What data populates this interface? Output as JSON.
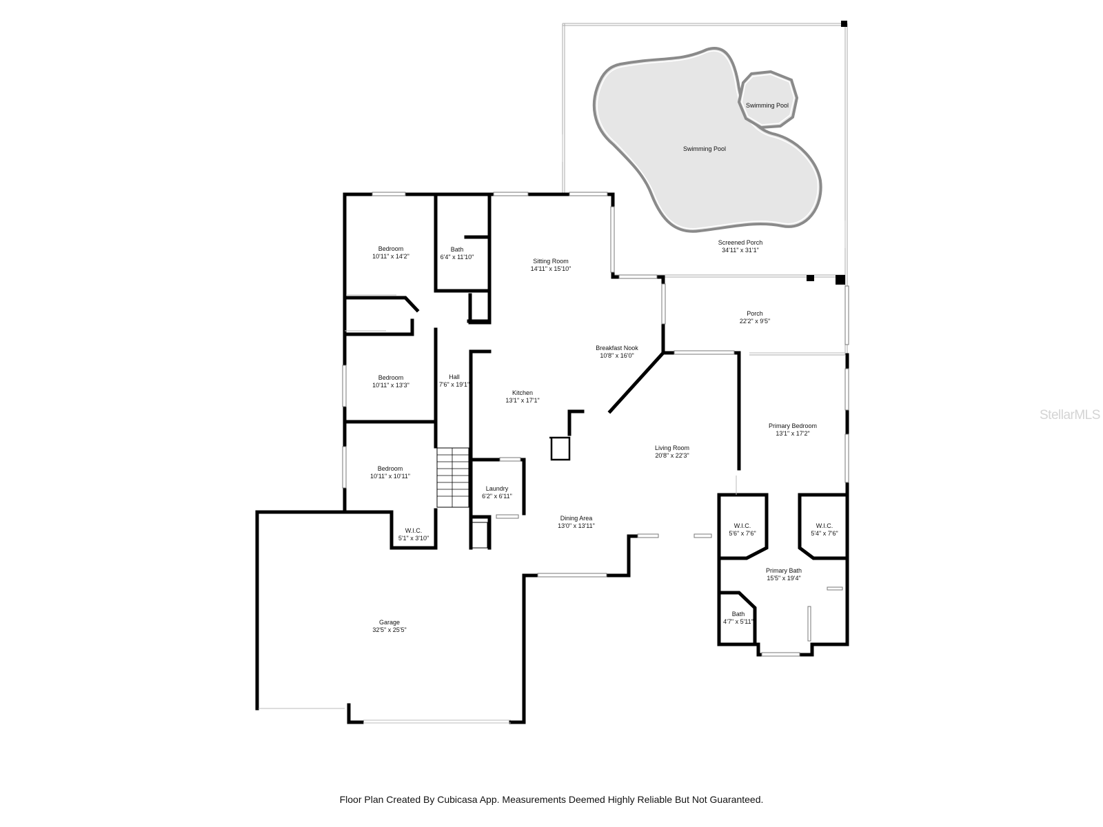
{
  "rooms": [
    {
      "name": "Swimming Pool",
      "dims": ""
    },
    {
      "name": "Swimming Pool",
      "dims": ""
    },
    {
      "name": "Screened Porch",
      "dims": "34'11\" x 31'1\""
    },
    {
      "name": "Bedroom",
      "dims": "10'11\" x 14'2\""
    },
    {
      "name": "Bath",
      "dims": "6'4\" x 11'10\""
    },
    {
      "name": "Sitting Room",
      "dims": "14'11\" x 15'10\""
    },
    {
      "name": "Porch",
      "dims": "22'2\" x 9'5\""
    },
    {
      "name": "Breakfast Nook",
      "dims": "10'8\" x 16'0\""
    },
    {
      "name": "Bedroom",
      "dims": "10'11\" x 13'3\""
    },
    {
      "name": "Hall",
      "dims": "7'6\" x 19'1\""
    },
    {
      "name": "Kitchen",
      "dims": "13'1\" x 17'1\""
    },
    {
      "name": "Primary Bedroom",
      "dims": "13'1\" x 17'2\""
    },
    {
      "name": "Living Room",
      "dims": "20'8\" x 22'3\""
    },
    {
      "name": "Bedroom",
      "dims": "10'11\" x 10'11\""
    },
    {
      "name": "Laundry",
      "dims": "6'2\" x 6'11\""
    },
    {
      "name": "W.I.C.",
      "dims": "5'6\" x 7'6\""
    },
    {
      "name": "W.I.C.",
      "dims": "5'4\" x 7'6\""
    },
    {
      "name": "Dining Area",
      "dims": "13'0\" x 13'11\""
    },
    {
      "name": "W.I.C.",
      "dims": "5'1\" x 3'10\""
    },
    {
      "name": "Primary Bath",
      "dims": "15'5\" x 19'4\""
    },
    {
      "name": "Bath",
      "dims": "4'7\" x 5'11\""
    },
    {
      "name": "Garage",
      "dims": "32'5\" x 25'5\""
    }
  ],
  "watermark": "StellarMLS",
  "footer": "Floor Plan Created By Cubicasa App. Measurements Deemed Highly Reliable But Not Guaranteed."
}
